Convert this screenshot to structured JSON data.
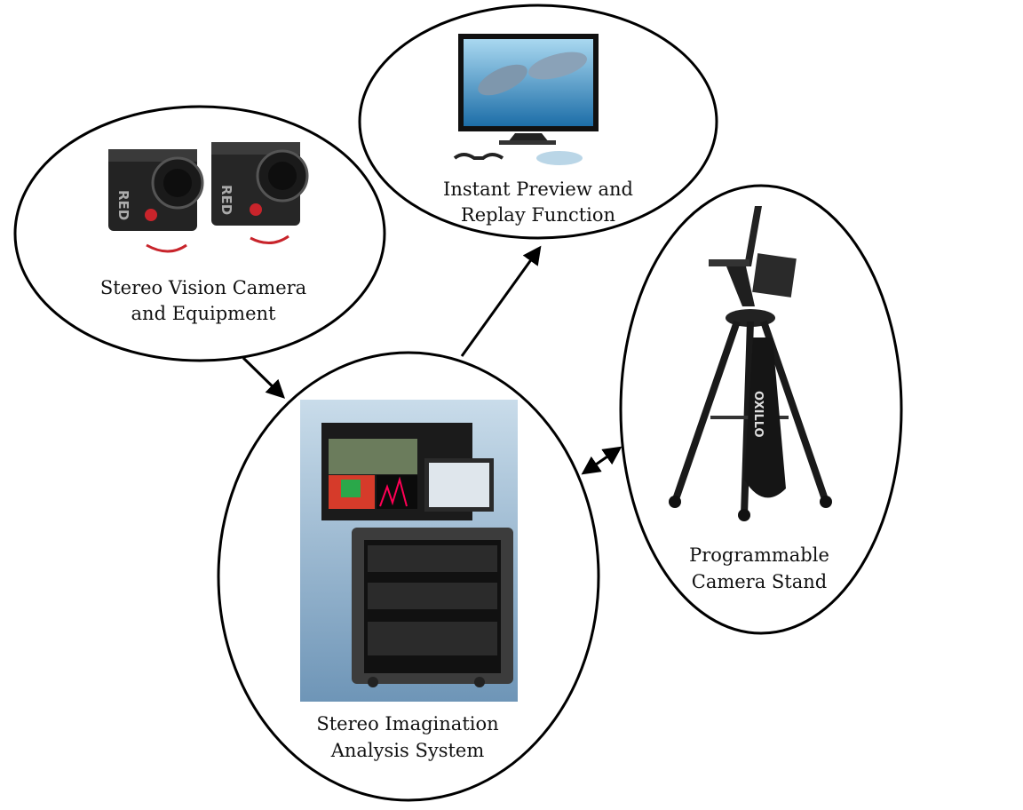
{
  "nodes": {
    "camera": {
      "label_line1": "Stereo Vision Camera",
      "label_line2": "and Equipment",
      "picture": "stereo-camera-pair",
      "brand_mark": "RED"
    },
    "preview": {
      "label_line1": "Instant Preview and",
      "label_line2": "Replay Function",
      "picture": "3d-monitor-with-glasses"
    },
    "analysis": {
      "label_line1": "Stereo Imagination",
      "label_line2": "Analysis System",
      "picture": "rack-workstation"
    },
    "stand": {
      "label_line1": "Programmable",
      "label_line2": "Camera Stand",
      "picture": "tripod-jib",
      "brand_mark": "OXILLO"
    }
  },
  "edges": [
    {
      "from": "camera",
      "to": "analysis",
      "direction": "forward"
    },
    {
      "from": "analysis",
      "to": "preview",
      "direction": "forward"
    },
    {
      "from": "analysis",
      "to": "stand",
      "direction": "both"
    }
  ]
}
